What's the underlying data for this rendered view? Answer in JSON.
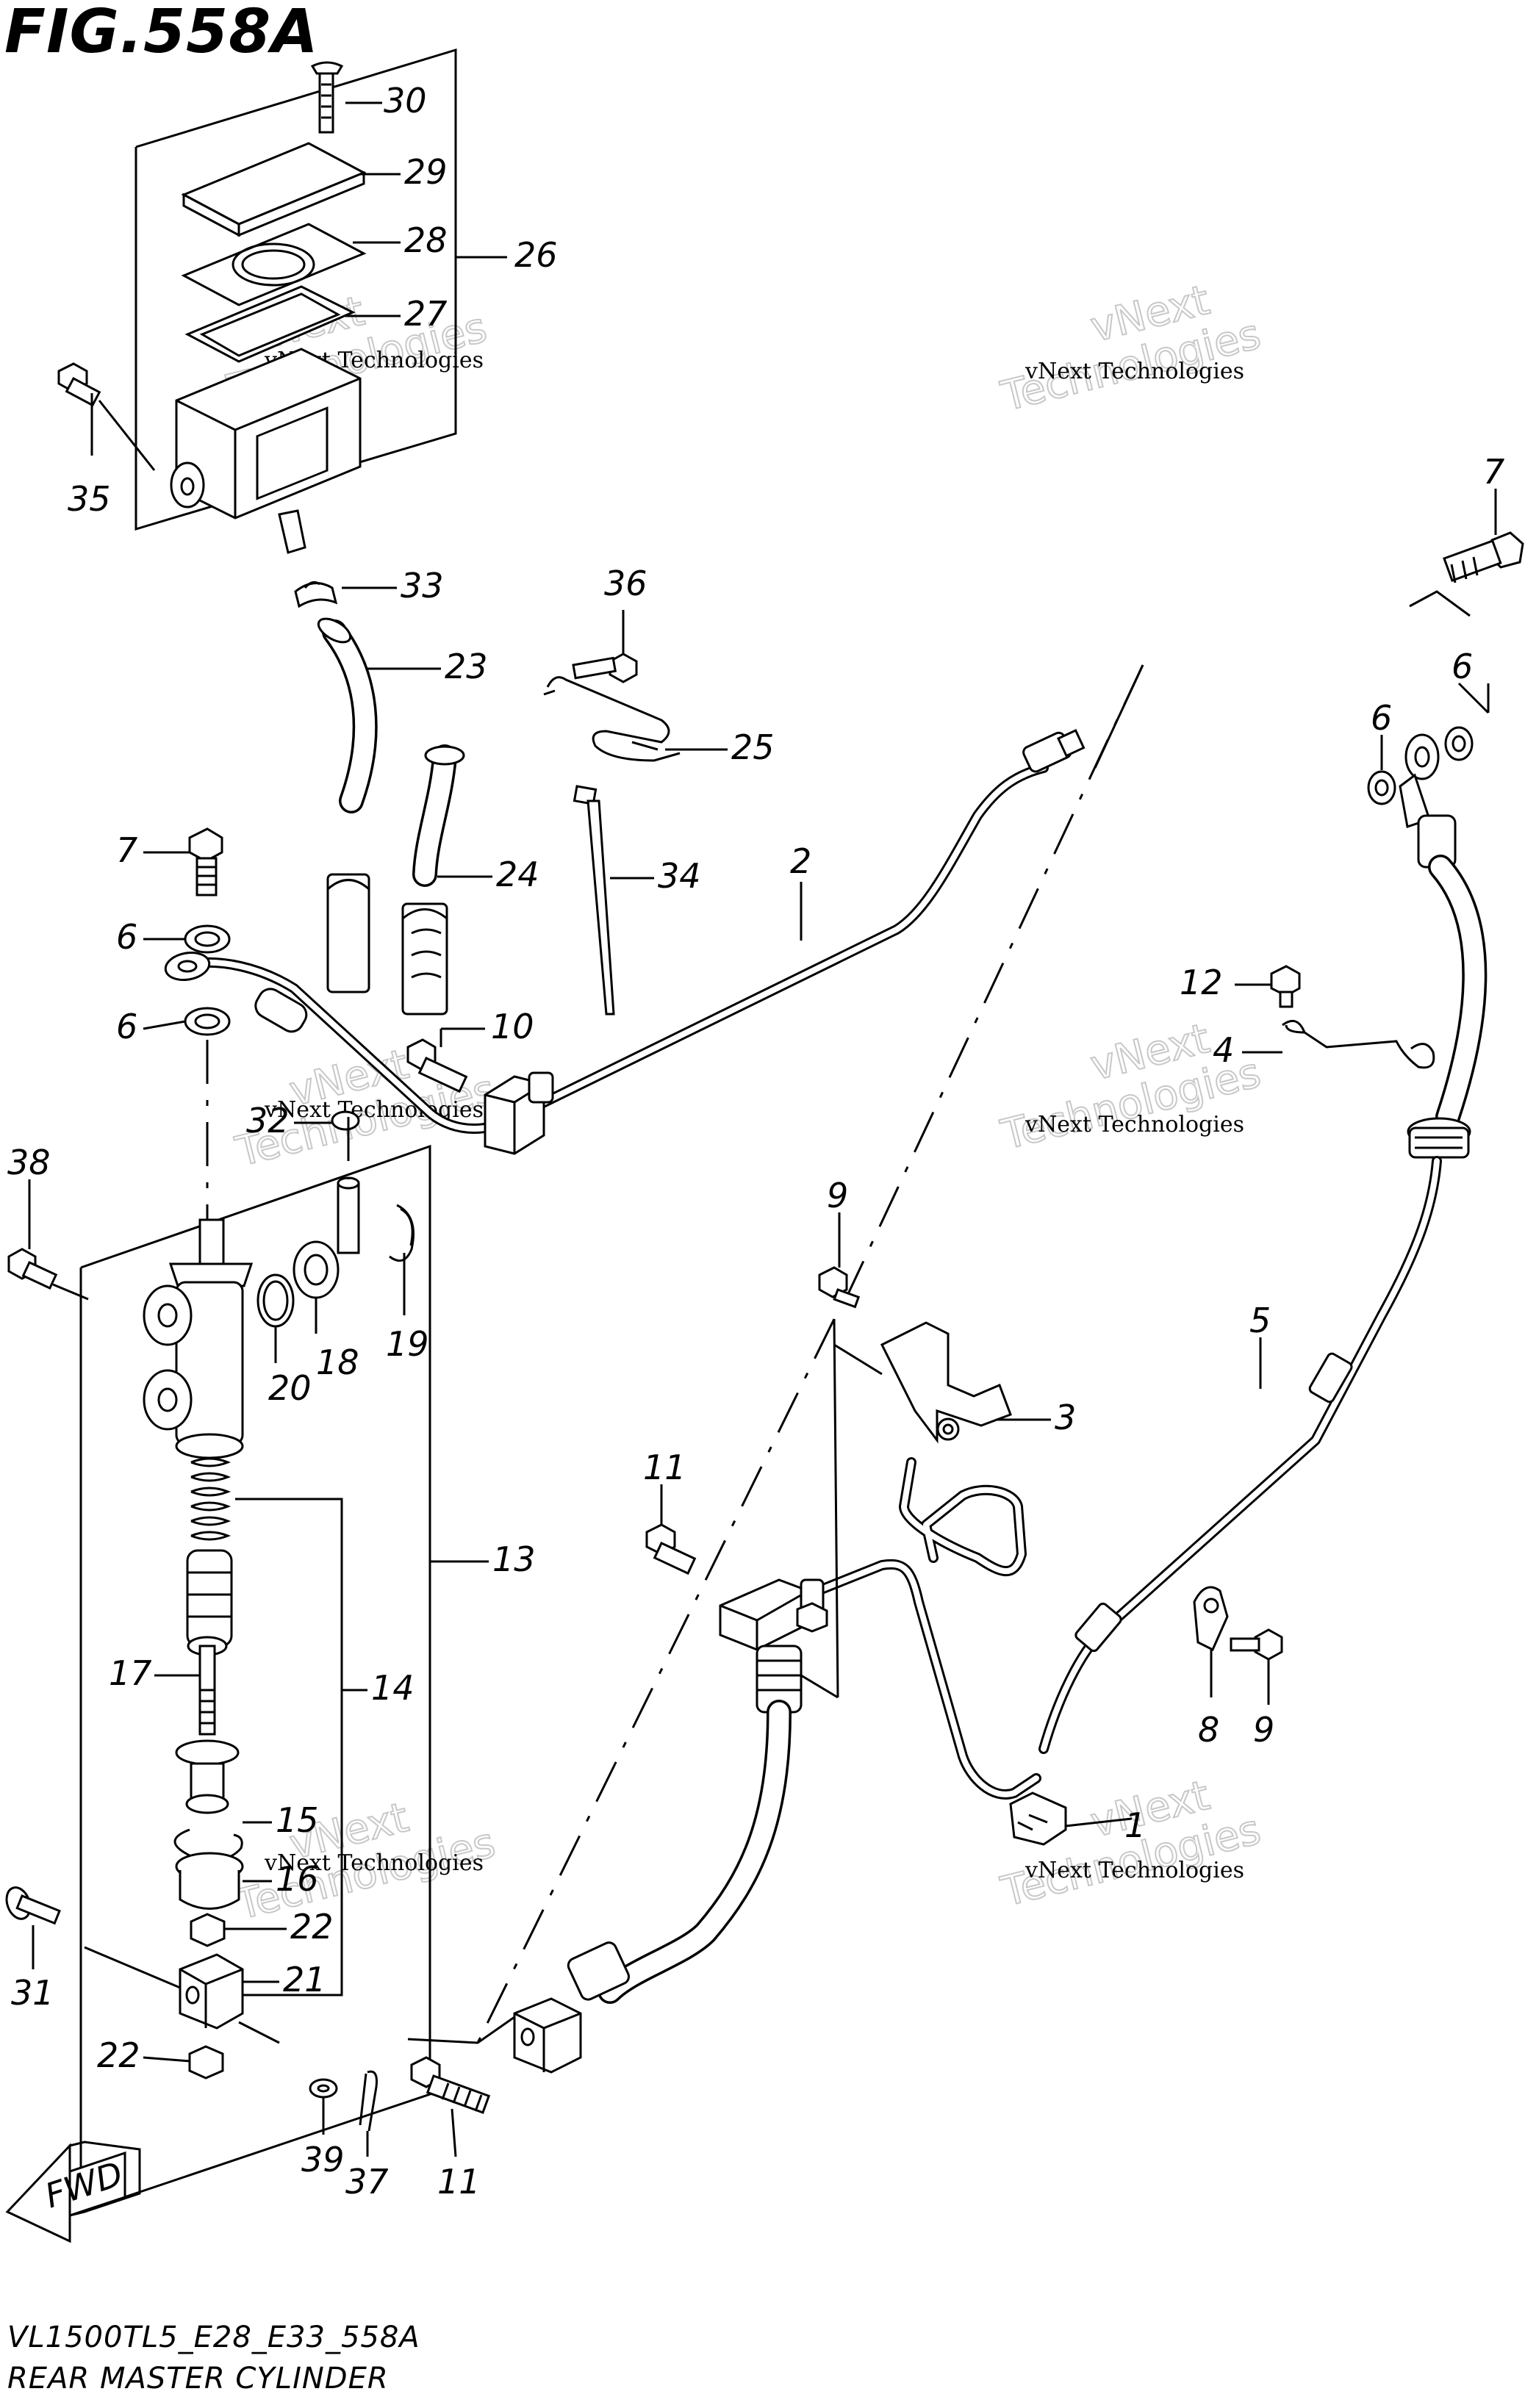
{
  "figure": {
    "title": "FIG.558A"
  },
  "footer": {
    "model_code": "VL1500TL5_E28_E33_558A",
    "name": "REAR MASTER CYLINDER"
  },
  "fwd_label": "FWD",
  "watermark": {
    "line1": "vNext Technologies",
    "line2": "vNext",
    "line3": "Technologies"
  },
  "callouts": [
    "30",
    "29",
    "28",
    "26",
    "27",
    "35",
    "33",
    "23",
    "24",
    "7",
    "6",
    "6",
    "10",
    "32",
    "38",
    "19",
    "18",
    "20",
    "13",
    "14",
    "17",
    "15",
    "16",
    "22",
    "21",
    "31",
    "22",
    "39",
    "37",
    "36",
    "25",
    "34",
    "2",
    "7",
    "6",
    "6",
    "12",
    "4",
    "9",
    "3",
    "5",
    "11",
    "8",
    "9",
    "1",
    "11"
  ]
}
